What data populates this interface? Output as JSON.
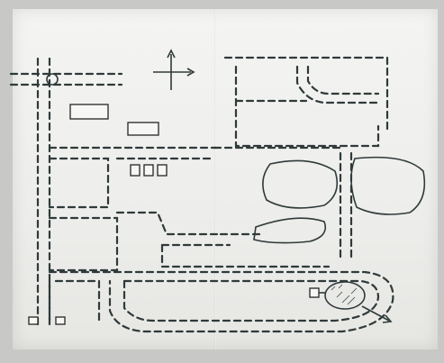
{
  "compass": {
    "arms": [
      "north",
      "south",
      "east",
      "west"
    ]
  },
  "legend": {
    "marker_color": "#333333"
  },
  "colors": {
    "ink": "#2f3a3a",
    "label_ink": "#1f8a7a",
    "paper": "#f1f1ef",
    "background": "#c8c8c6"
  },
  "map": {
    "handwritten_labels": "not reproduced"
  }
}
